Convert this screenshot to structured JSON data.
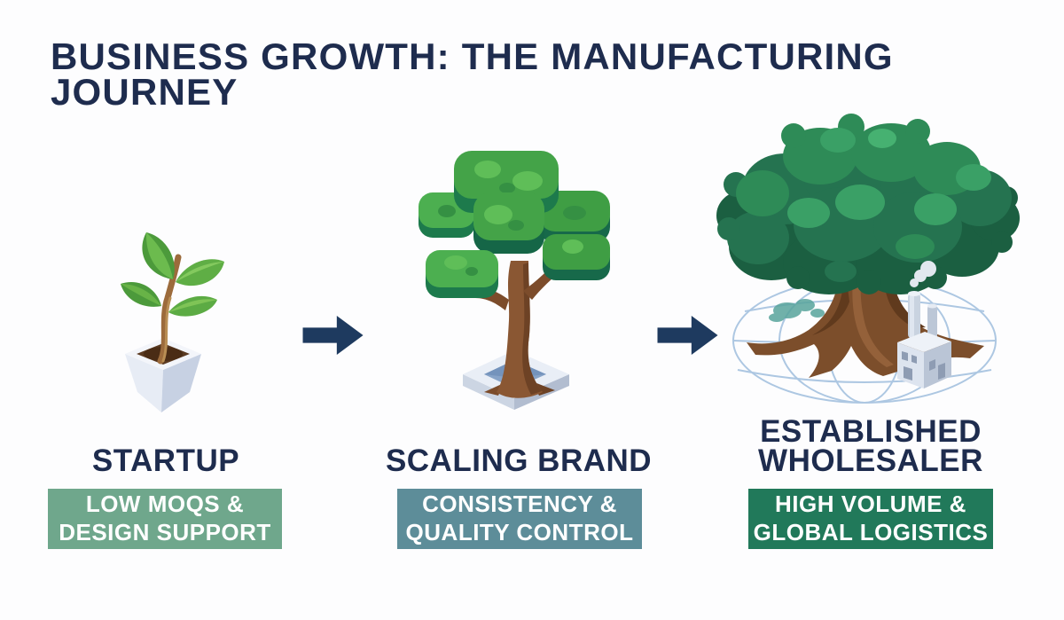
{
  "title": "BUSINESS GROWTH: THE MANUFACTURING JOURNEY",
  "colors": {
    "title_text": "#1E2C4E",
    "stage_title_text": "#1E2C4E",
    "arrow": "#1E3A5F",
    "badge_text": "#FFFFFF",
    "background": "#FDFDFE",
    "badge_startup_bg": "#6FA78C",
    "badge_scaling_bg": "#5D8D99",
    "badge_established_bg": "#21795A"
  },
  "stages": [
    {
      "title": "STARTUP",
      "badge_lines": [
        "LOW MOQS &",
        "DESIGN SUPPORT"
      ],
      "illustration": "potted-seedling"
    },
    {
      "title": "SCALING BRAND",
      "badge_lines": [
        "CONSISTENCY &",
        "QUALITY CONTROL"
      ],
      "illustration": "isometric-tree-in-planter"
    },
    {
      "title": "ESTABLISHED WHOLESALER",
      "badge_lines": [
        "HIGH VOLUME &",
        "GLOBAL LOGISTICS"
      ],
      "illustration": "large-tree-with-globe-and-factory"
    }
  ],
  "icons": {
    "arrow_1": "right-arrow",
    "arrow_2": "right-arrow"
  }
}
